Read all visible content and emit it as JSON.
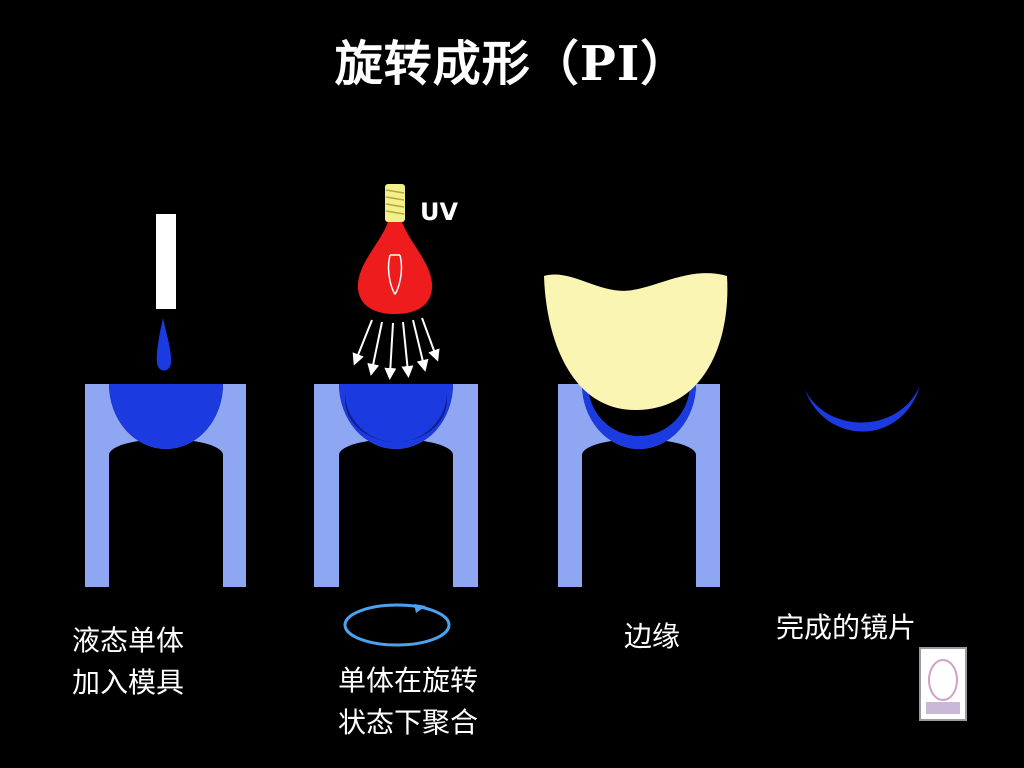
{
  "title": "旋转成形（PI）",
  "uv_label": "UV",
  "steps": [
    {
      "caption_line1": "液态单体",
      "caption_line2": "加入模具"
    },
    {
      "caption_line1": "单体在旋转",
      "caption_line2": "状态下聚合"
    },
    {
      "caption_line1": "边缘",
      "caption_line2": ""
    },
    {
      "caption_line1": "完成的镜片",
      "caption_line2": ""
    }
  ],
  "colors": {
    "background": "#000000",
    "mold": "#8fa6f2",
    "monomer": "#1b3be0",
    "lamp": "#ee1c1c",
    "lamp_base": "#f2f08a",
    "edge_cap": "#fbf5b3",
    "text": "#ffffff"
  },
  "icons": [
    "dropper-icon",
    "droplet-icon",
    "uv-lamp-icon",
    "rotation-arrow-icon",
    "slide-logo-icon"
  ]
}
